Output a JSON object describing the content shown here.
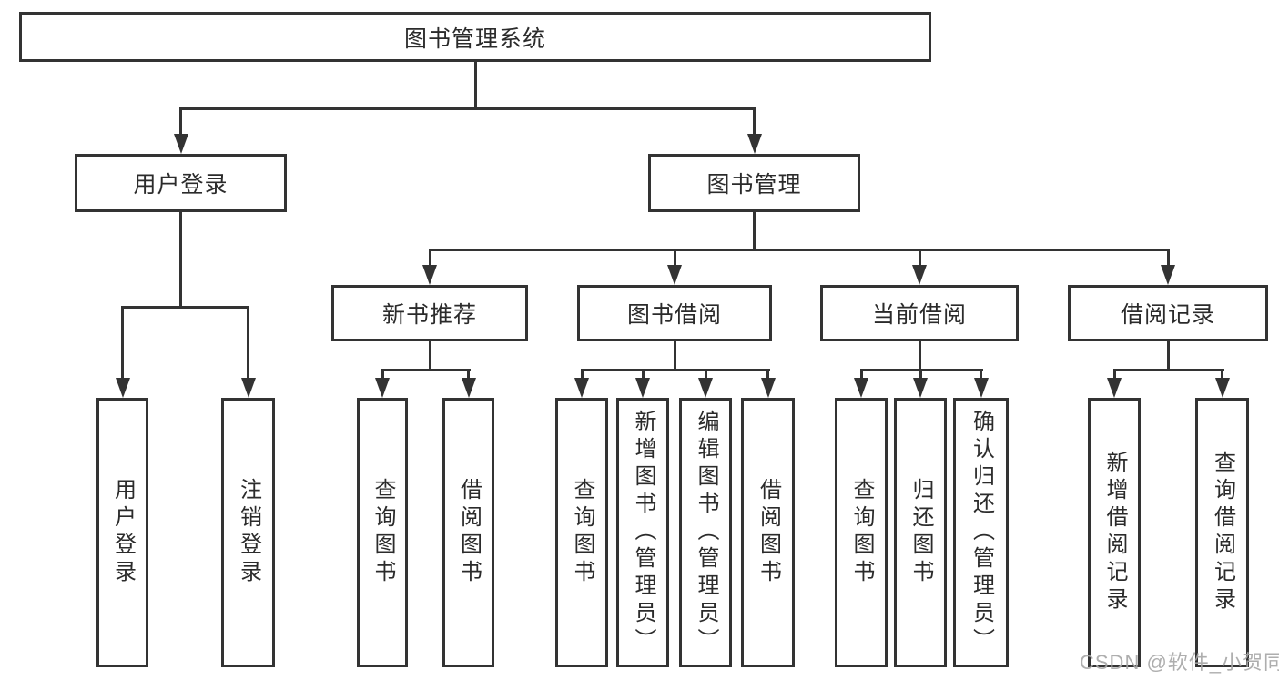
{
  "diagram": {
    "root": {
      "label": "图书管理系统"
    },
    "branches": [
      {
        "label": "用户登录",
        "children": [
          {
            "label": "用户登录"
          },
          {
            "label": "注销登录"
          }
        ]
      },
      {
        "label": "图书管理",
        "children": [
          {
            "label": "新书推荐",
            "children": [
              {
                "label": "查询图书"
              },
              {
                "label": "借阅图书"
              }
            ]
          },
          {
            "label": "图书借阅",
            "children": [
              {
                "label": "查询图书"
              },
              {
                "label": "新增图书（管理员）"
              },
              {
                "label": "编辑图书（管理员）"
              },
              {
                "label": "借阅图书"
              }
            ]
          },
          {
            "label": "当前借阅",
            "children": [
              {
                "label": "查询图书"
              },
              {
                "label": "归还图书"
              },
              {
                "label": "确认归还（管理员）"
              }
            ]
          },
          {
            "label": "借阅记录",
            "children": [
              {
                "label": "新增借阅记录"
              },
              {
                "label": "查询借阅记录"
              }
            ]
          }
        ]
      }
    ]
  },
  "watermark": {
    "text": "CSDN @软件_小贺同学"
  },
  "colors": {
    "line": "#333333",
    "text": "#2b2b2b",
    "watermark": "#a6a6a6"
  }
}
